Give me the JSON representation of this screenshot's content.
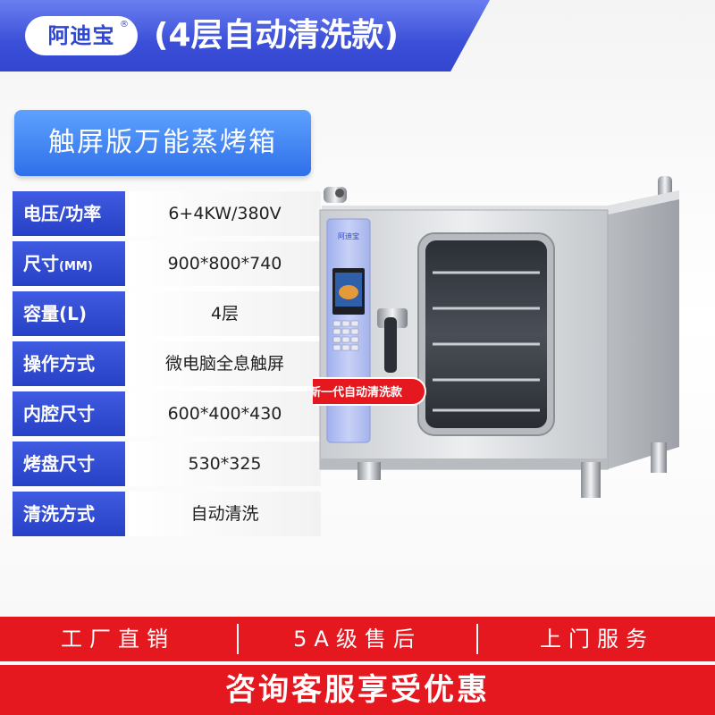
{
  "header": {
    "brand": "阿迪宝",
    "trademark": "®",
    "title": "(4层自动清洗款)"
  },
  "product_type": "触屏版万能蒸烤箱",
  "specs": [
    {
      "label": "电压/功率",
      "unit": "",
      "value": "6+4KW/380V"
    },
    {
      "label": "尺寸",
      "unit": "(MM)",
      "value": "900*800*740"
    },
    {
      "label": "容量(L)",
      "unit": "",
      "value": "4层"
    },
    {
      "label": "操作方式",
      "unit": "",
      "value": "微电脑全息触屏"
    },
    {
      "label": "内腔尺寸",
      "unit": "",
      "value": "600*400*430"
    },
    {
      "label": "烤盘尺寸",
      "unit": "",
      "value": "530*325"
    },
    {
      "label": "清洗方式",
      "unit": "",
      "value": "自动清洗"
    }
  ],
  "oven": {
    "panel_brand": "阿迪宝",
    "badge": "新一代自动清洗款",
    "body_color": "#cfd2d6",
    "panel_color": "#b9c3f2",
    "badge_color": "#e5171f"
  },
  "services": [
    "工厂直销",
    "5A级售后",
    "上门服务"
  ],
  "cta": "咨询客服享受优惠",
  "colors": {
    "brand_blue": "#3b4fd9",
    "banner_blue": "#2f6fe9",
    "accent_red": "#e5171f"
  }
}
